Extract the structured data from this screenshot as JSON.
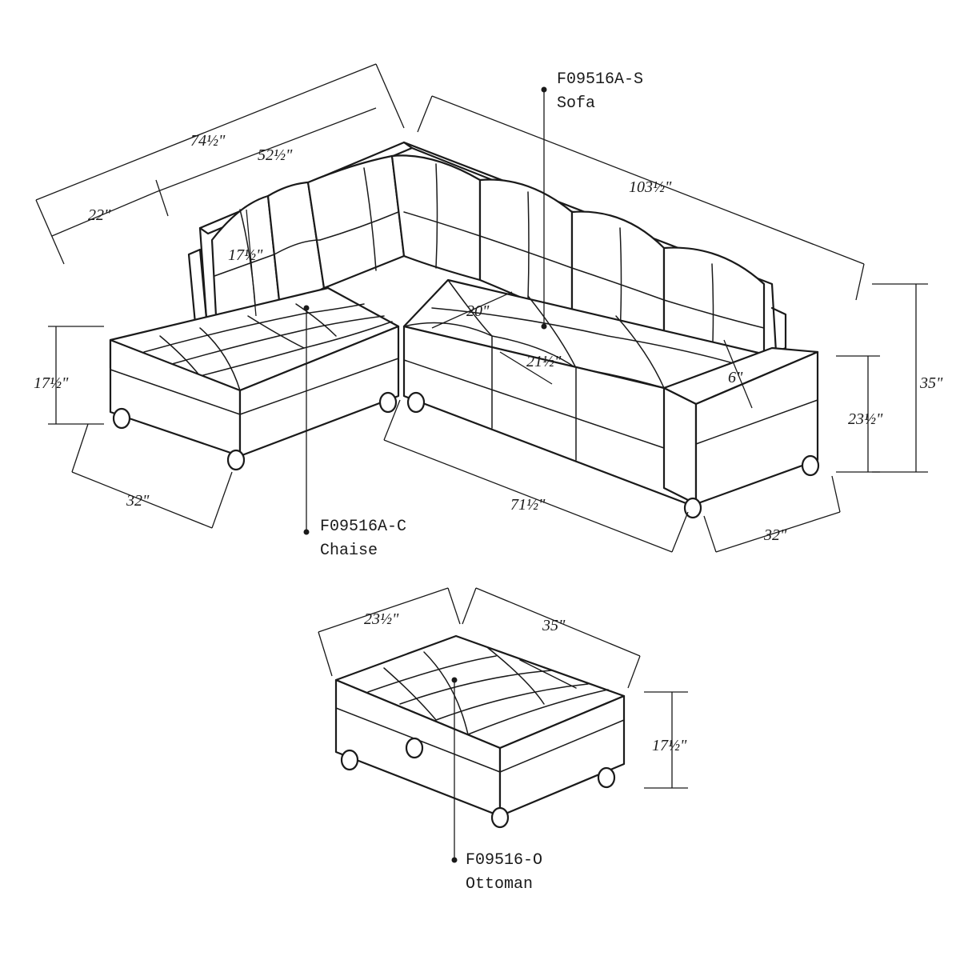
{
  "labels": {
    "sofa_code": "F09516A-S",
    "sofa_name": "Sofa",
    "chaise_code": "F09516A-C",
    "chaise_name": "Chaise",
    "ottoman_code": "F09516-O",
    "ottoman_name": "Ottoman"
  },
  "dimensions": {
    "overall_left_length": "74½\"",
    "left_back_length": "52½\"",
    "chaise_width_top": "22\"",
    "overall_right_length": "103½\"",
    "back_cushion_height": "17½\"",
    "seat_height_left": "17½\"",
    "chaise_depth": "32\"",
    "seat_width": "20\"",
    "seat_depth": "21½\"",
    "arm_width": "6\"",
    "arm_height": "23½\"",
    "overall_height": "35\"",
    "sofa_front_length": "71½\"",
    "sofa_depth": "32\"",
    "ottoman_depth": "23½\"",
    "ottoman_length": "35\"",
    "ottoman_height": "17½\""
  }
}
